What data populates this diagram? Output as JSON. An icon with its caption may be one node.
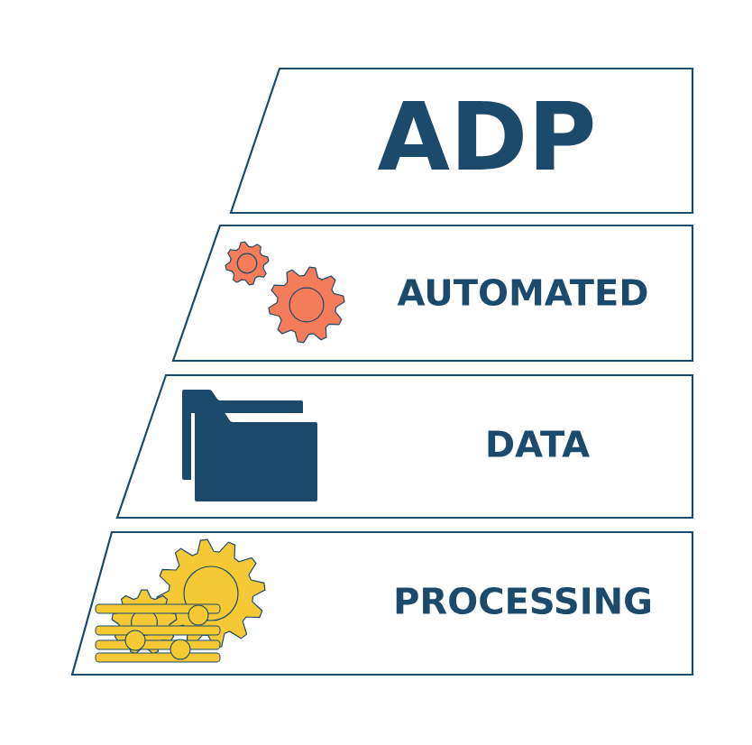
{
  "diagram": {
    "nodes": [
      {
        "text": [
          "ADP"
        ]
      },
      {
        "text": [
          "AUTOMATED"
        ]
      },
      {
        "text": [
          "DATA"
        ]
      },
      {
        "text": [
          "PROCESSING"
        ]
      }
    ]
  }
}
